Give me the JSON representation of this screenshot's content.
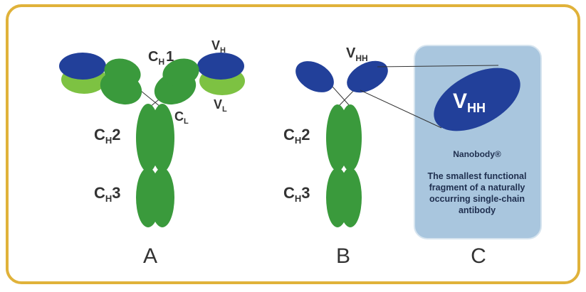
{
  "colors": {
    "frame_border": "#e0b23a",
    "constant_green": "#3a9a3c",
    "light_green": "#7dc242",
    "variable_blue": "#22409a",
    "panel_bg": "#a9c6de",
    "text_dark": "#333333"
  },
  "panel_a": {
    "ch1_label": "C",
    "ch1_sub": "H",
    "ch1_num": "1",
    "vh_label": "V",
    "vh_sub": "H",
    "vl_label": "V",
    "vl_sub": "L",
    "cl_label": "C",
    "cl_sub": "L",
    "ch2_label": "C",
    "ch2_sub": "H",
    "ch2_num": "2",
    "ch3_label": "C",
    "ch3_sub": "H",
    "ch3_num": "3",
    "letter": "A"
  },
  "panel_b": {
    "vhh_label": "V",
    "vhh_sub": "HH",
    "ch2_label": "C",
    "ch2_sub": "H",
    "ch2_num": "2",
    "ch3_label": "C",
    "ch3_sub": "H",
    "ch3_num": "3",
    "letter": "B"
  },
  "panel_c": {
    "vhh_label": "V",
    "vhh_sub": "HH",
    "title": "Nanobody®",
    "description": "The smallest functional fragment of a naturally occurring single-chain antibody",
    "letter": "C"
  }
}
